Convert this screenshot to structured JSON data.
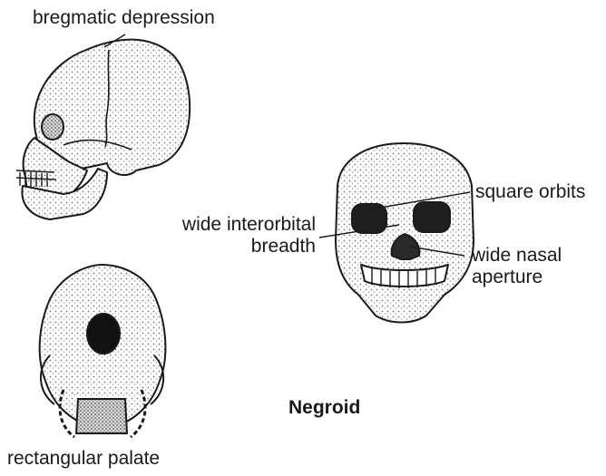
{
  "labels": {
    "bregmatic_depression": "bregmatic depression",
    "square_orbits": "square orbits",
    "wide_interorbital_breadth": [
      "wide interorbital",
      "breadth"
    ],
    "wide_nasal_aperture": [
      "wide nasal",
      "aperture"
    ],
    "negroid": "Negroid",
    "rectangular_palate": "rectangular palate"
  },
  "illustrations": {
    "lateral": "skull-lateral-view",
    "frontal": "skull-frontal-view",
    "basal": "skull-basal-view"
  },
  "colors": {
    "ink": "#1a1a1a",
    "shade": "#9a9a9a",
    "paper": "#ffffff"
  }
}
